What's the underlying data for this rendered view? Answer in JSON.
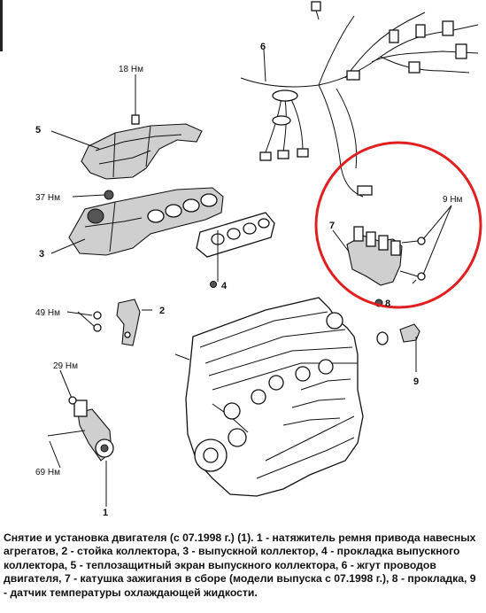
{
  "labels": {
    "torque_18": "18 Нм",
    "torque_37": "37 Нм",
    "torque_49": "49 Нм",
    "torque_29": "29 Нм",
    "torque_69": "69 Нм",
    "torque_9": "9 Нм"
  },
  "callouts": {
    "n1": "1",
    "n2": "2",
    "n3": "3",
    "n4": "4",
    "n5": "5",
    "n6": "6",
    "n7": "7",
    "n8": "8",
    "n9": "9"
  },
  "highlight_color": "#e02020",
  "caption": "Снятие и установка двигателя (с 07.1998 г.) (1). 1 - натяжитель ремня привода навесных агрегатов, 2 - стойка коллектора, 3 - выпускной коллектор, 4 - прокладка выпускного коллектора, 5 - теплозащитный экран выпускного коллектора, 6 - жгут проводов двигателя, 7 - катушка зажигания в сборе (модели выпуска с 07.1998 г.), 8 - прокладка, 9 - датчик температуры охлаждающей жидкости."
}
